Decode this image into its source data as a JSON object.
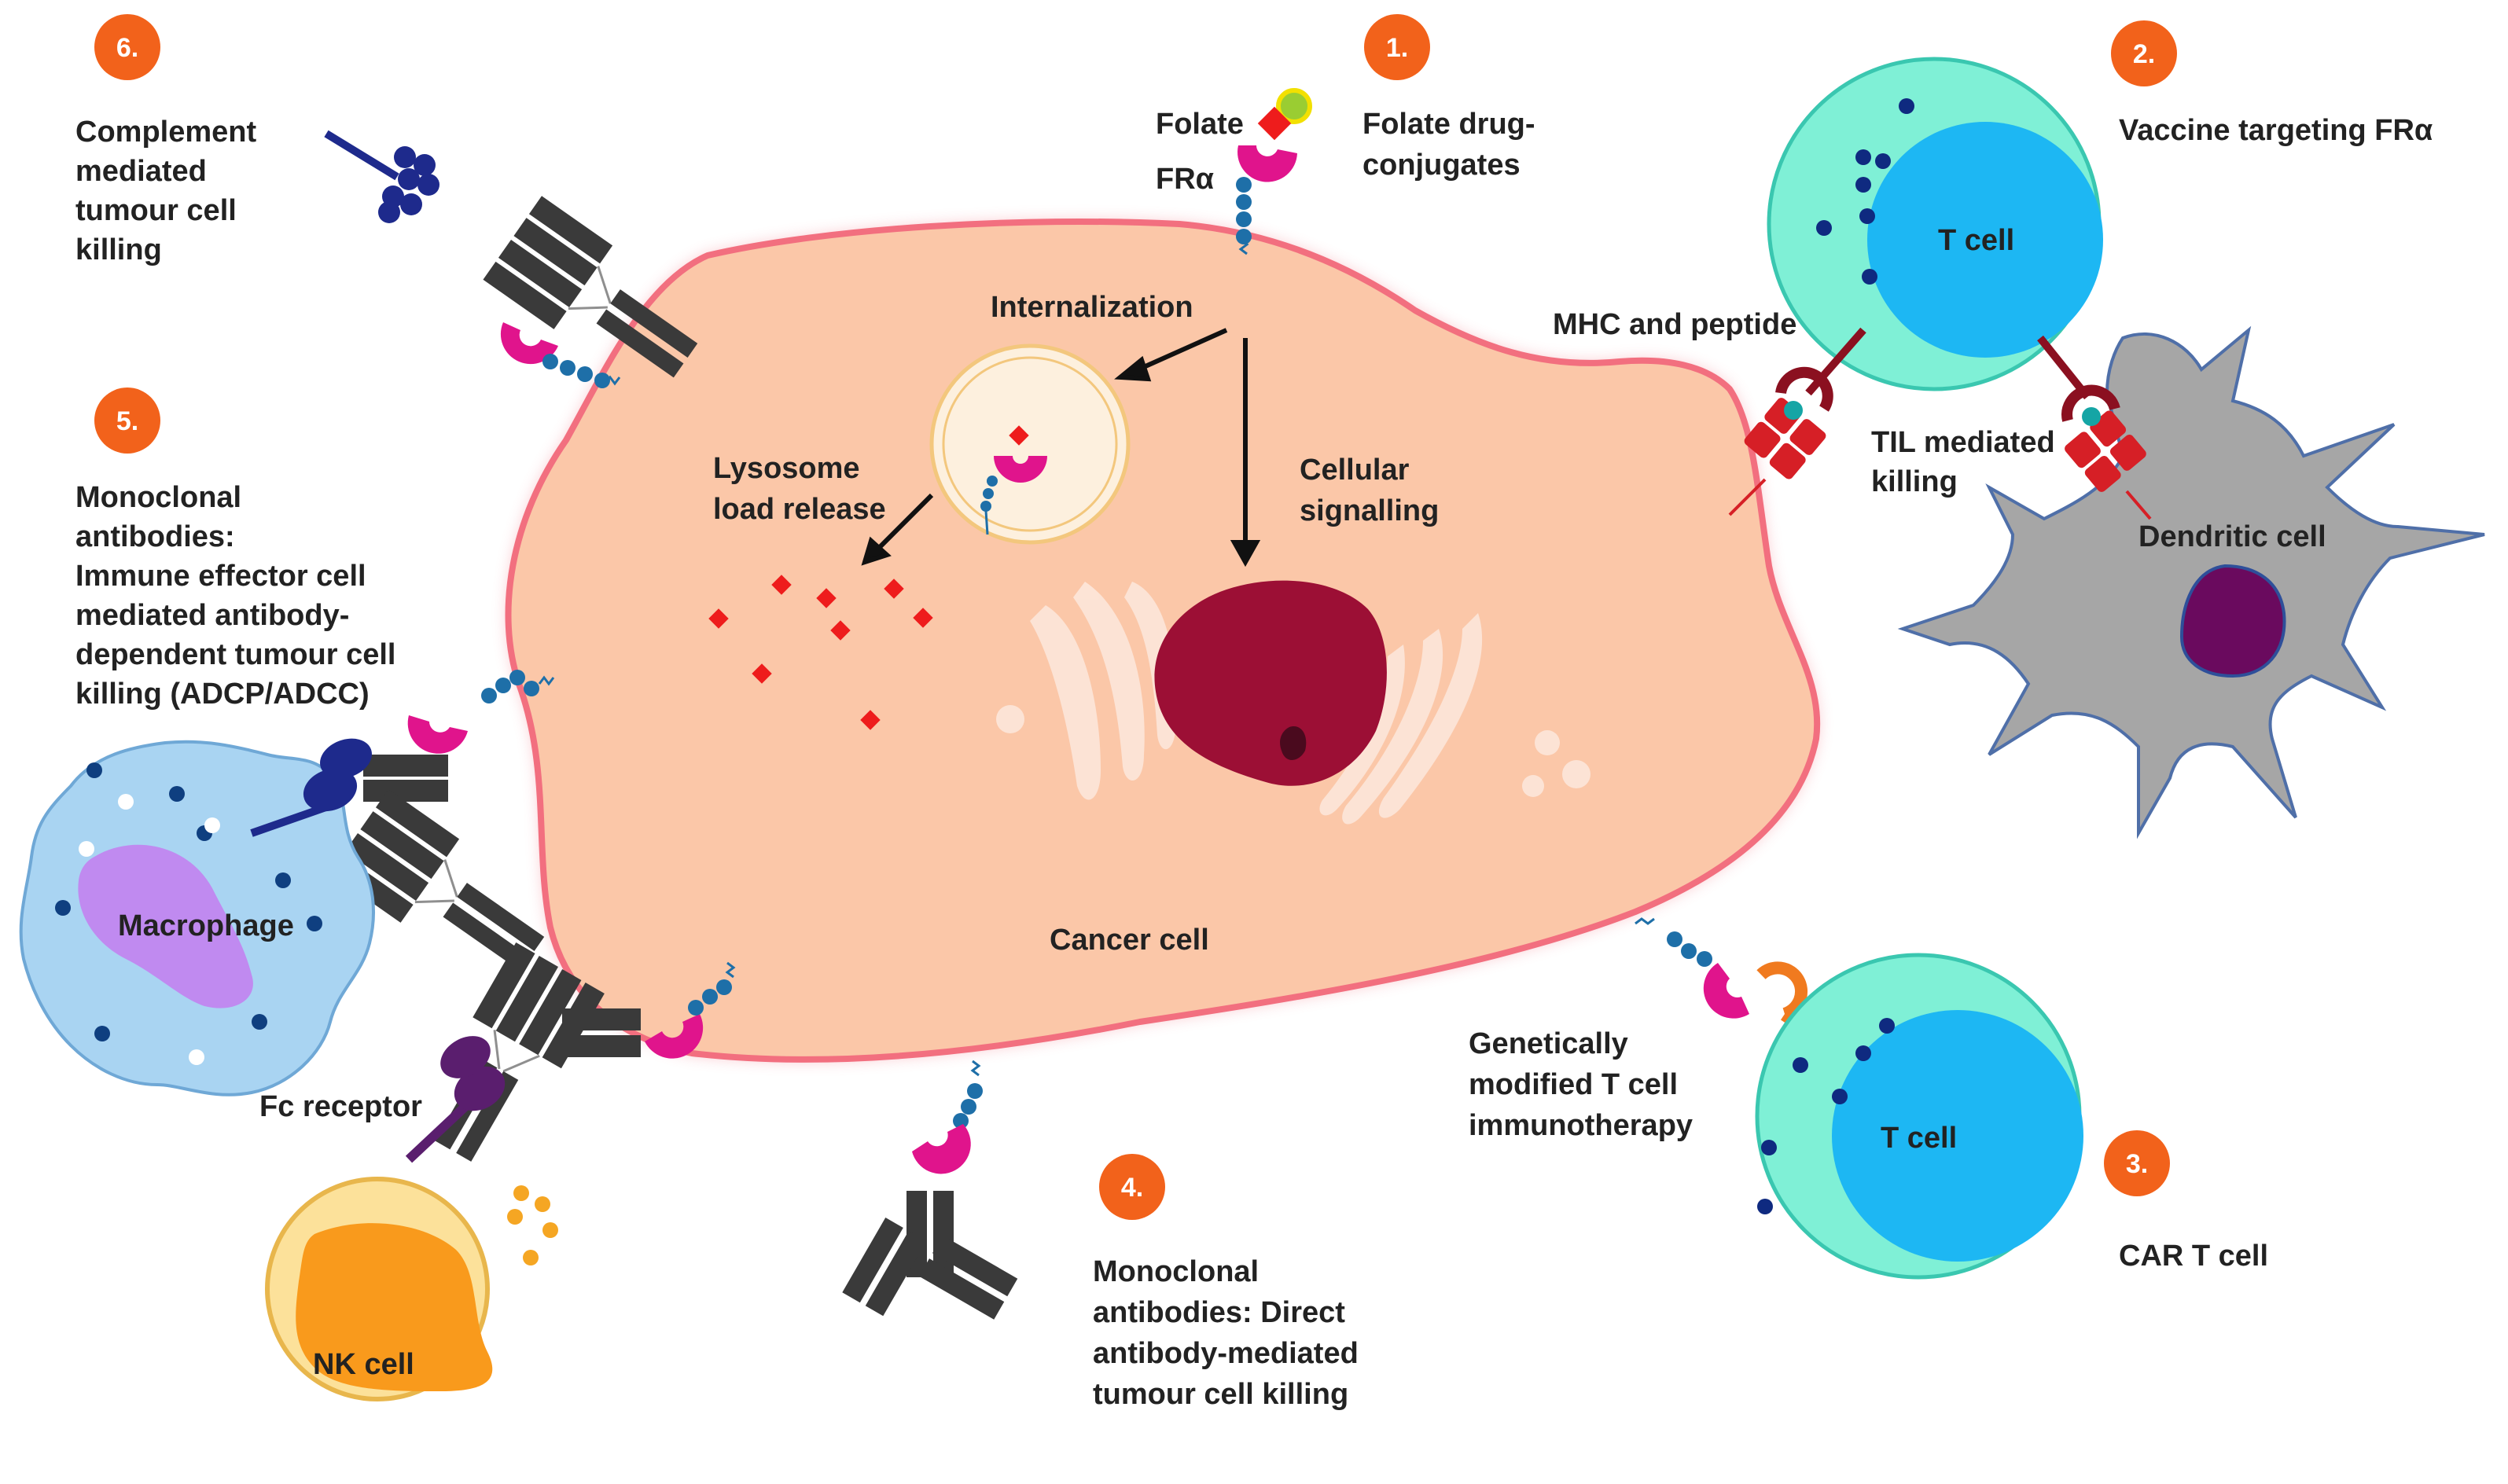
{
  "colors": {
    "cancer_cell": "#FBC7A8",
    "cancer_cell_edge": "#F26F7F",
    "nucleus": "#9C0F35",
    "badge": "#F2621B",
    "receptor": "#E0148C",
    "receptor_stem": "#1E6FA8",
    "antibody": "#3A3A3A",
    "drug": "#EE1C1C",
    "t_cell_outer": "#7FF0D6",
    "t_cell_inner": "#1DB7F3",
    "dendritic": "#A6A6A6",
    "macrophage": "#A9D4F2",
    "nk_cell": "#FCE19A",
    "mhc": "#D61F26"
  },
  "badges": {
    "b1": "1.",
    "b2": "2.",
    "b3": "3.",
    "b4": "4.",
    "b5": "5.",
    "b6": "6."
  },
  "labels": {
    "folate": "Folate",
    "fra": "FRα",
    "folate_drug_1": "Folate drug-",
    "folate_drug_2": "conjugates",
    "vaccine": "Vaccine targeting FRα",
    "t_cell_top": "T cell",
    "mhc_peptide": "MHC and peptide",
    "til_1": "TIL mediated",
    "til_2": "killing",
    "dendritic": "Dendritic cell",
    "internalization": "Internalization",
    "lysosome_1": "Lysosome",
    "lysosome_2": "load release",
    "signalling_1": "Cellular",
    "signalling_2": "signalling",
    "cancer_cell": "Cancer cell",
    "complement_1": "Complement",
    "complement_2": "mediated",
    "complement_3": "tumour cell",
    "complement_4": "killing",
    "mab5_1": "Monoclonal",
    "mab5_2": "antibodies:",
    "mab5_3": "Immune effector cell",
    "mab5_4": "mediated antibody-",
    "mab5_5": "dependent tumour cell",
    "mab5_6": "killing (ADCP/ADCC)",
    "macrophage": "Macrophage",
    "fc_receptor": "Fc receptor",
    "nk_cell": "NK cell",
    "mab4_1": "Monoclonal",
    "mab4_2": "antibodies: Direct",
    "mab4_3": "antibody-mediated",
    "mab4_4": "tumour cell killing",
    "gm_1": "Genetically",
    "gm_2": "modified T cell",
    "gm_3": "immunotherapy",
    "t_cell_bottom": "T cell",
    "car_t": "CAR T cell"
  }
}
